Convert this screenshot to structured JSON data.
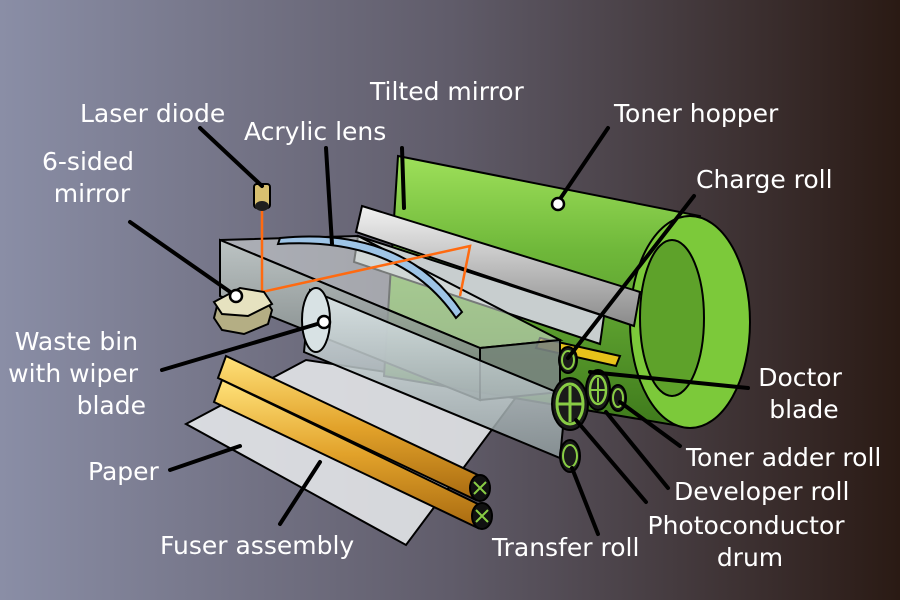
{
  "labels": {
    "laser_diode": "Laser diode",
    "tilted_mirror": "Tilted mirror",
    "toner_hopper": "Toner hopper",
    "acrylic_lens": "Acrylic lens",
    "six_sided_mirror": [
      "6-sided",
      "mirror"
    ],
    "charge_roll": "Charge roll",
    "waste_bin": [
      "Waste bin",
      "with wiper",
      "blade"
    ],
    "doctor_blade": [
      "Doctor",
      "blade"
    ],
    "toner_adder_roll": "Toner adder roll",
    "paper": "Paper",
    "developer_roll": "Developer roll",
    "photoconductor_drum": [
      "Photoconductor",
      "drum"
    ],
    "fuser_assembly": "Fuser assembly",
    "transfer_roll": "Transfer roll"
  },
  "colors": {
    "background_left": "#8a8ea6",
    "background_right": "#2a1a14",
    "toner_hopper": "#7cc93a",
    "fuser_roll": "#e8b030",
    "photoconductor_drum": "#88cc44",
    "laser_beam": "#ff6a10",
    "acrylic_lens": "#9ec4e6",
    "housing": "#a8b0ac",
    "paper": "#e6e8ea",
    "label_text": "#ffffff",
    "leader_line": "#000000"
  }
}
